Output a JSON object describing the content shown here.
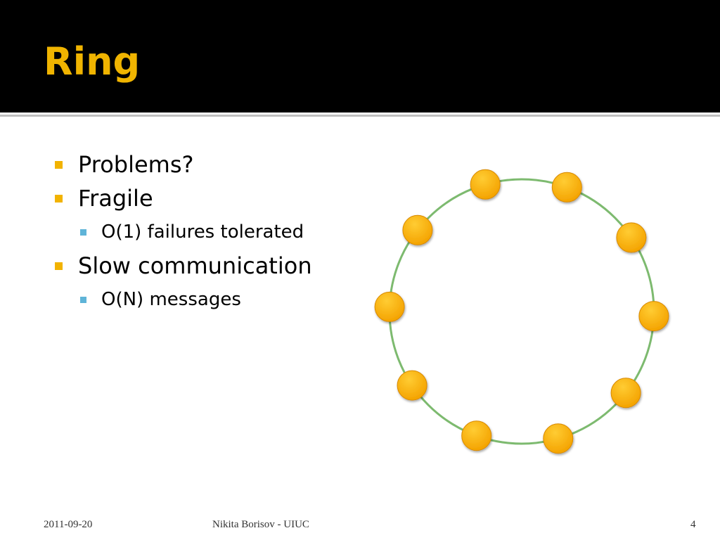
{
  "slide": {
    "title": "Ring",
    "bullets": [
      {
        "text": "Problems?",
        "sub": []
      },
      {
        "text": "Fragile",
        "sub": [
          "O(1) failures tolerated"
        ]
      },
      {
        "text": "Slow communication",
        "sub": [
          "O(N) messages"
        ]
      }
    ]
  },
  "footer": {
    "date": "2011-09-20",
    "author": "Nikita Borisov - UIUC",
    "page": "4"
  },
  "diagram": {
    "node_count": 10,
    "colors": {
      "ring": "#7dba6f",
      "node": "#f4a300",
      "node_highlight": "#ffcc33",
      "node_edge": "#d98a00"
    }
  },
  "colors": {
    "title": "#f0b400",
    "title_bar": "#000000",
    "bullet_level1": "#f2b300",
    "bullet_level2": "#5fb4d8"
  }
}
